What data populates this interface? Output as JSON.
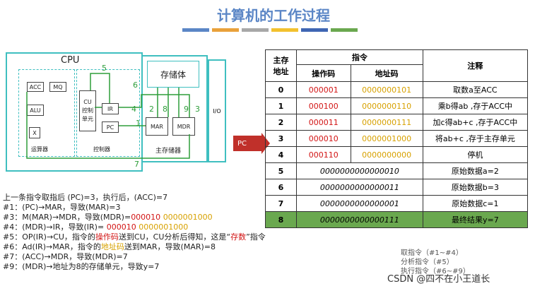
{
  "title": "计算机的工作过程",
  "stripe_colors": [
    "#5b86c6",
    "#e9a13b",
    "#a8a8a8",
    "#f2c12e",
    "#3f66b3",
    "#6aa84f"
  ],
  "diagram": {
    "cpu": "CPU",
    "acc": "ACC",
    "mq": "MQ",
    "alu": "ALU",
    "x": "X",
    "alu_group": "运算器",
    "cu": "CU\n控制\n单元",
    "ir": "IR",
    "pc": "PC",
    "control_group": "控制器",
    "storage": "存储体",
    "mar": "MAR",
    "mdr": "MDR",
    "main_memory": "主存储器",
    "io": "I/O",
    "nums": [
      "1",
      "2",
      "3",
      "4",
      "5",
      "6",
      "7",
      "8",
      "9"
    ]
  },
  "pc_arrow": "PC",
  "table": {
    "headers": {
      "addr": "主存\n地址",
      "instr": "指令",
      "opcode": "操作码",
      "address_code": "地址码",
      "note": "注释"
    },
    "rows": [
      {
        "addr": "0",
        "op": "000001",
        "ad": "0000000101",
        "note": "取数a至ACC"
      },
      {
        "addr": "1",
        "op": "000100",
        "ad": "0000000110",
        "note": "乘b得ab ,存于ACC中"
      },
      {
        "addr": "2",
        "op": "000011",
        "ad": "0000000111",
        "note": "加c得ab+c ,存于ACC中"
      },
      {
        "addr": "3",
        "op": "000010",
        "ad": "0000001000",
        "note": "将ab+c ,存于主存单元"
      },
      {
        "addr": "4",
        "op": "000110",
        "ad": "0000000000",
        "note": "停机"
      },
      {
        "addr": "5",
        "data": "0000000000000010",
        "note": "原始数据a=2"
      },
      {
        "addr": "6",
        "data": "0000000000000011",
        "note": "原始数据b=3"
      },
      {
        "addr": "7",
        "data": "0000000000000001",
        "note": "原始数据c=1"
      },
      {
        "addr": "8",
        "data": "0000000000000111",
        "note": "最终结果y=7"
      }
    ]
  },
  "steps": [
    "上一条指令取指后 (PC)=3，执行后，(ACC)=7",
    "#1：(PC)→MAR，导致(MAR)=3",
    "#3：M(MAR)→MDR，导致(MDR)=000010 0000001000",
    "#4：(MDR)→IR，导致(IR)= 000010 0000001000",
    "#5：OP(IR)→CU，指令的操作码送到CU，CU分析后得知，这是“存数”指令",
    "#6：Ad(IR)→MAR，指令的地址码送到MAR，导致(MAR)=8",
    "#7：(ACC)→MDR，导致(MDR)=7",
    "#9：(MDR)→地址为8的存储单元，导致y=7"
  ],
  "side_note": [
    "取指令（#1~#4）",
    "分析指令（#5）",
    "执行指令（#6~#9）"
  ],
  "watermark": "CSDN @四不在小王道长"
}
